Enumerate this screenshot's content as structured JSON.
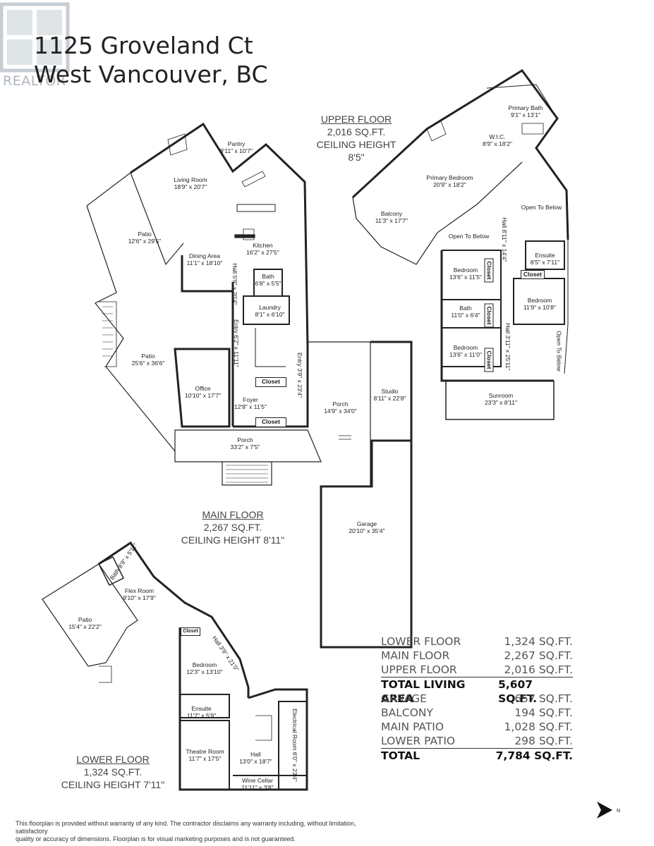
{
  "address": {
    "line1": "1125 Groveland Ct",
    "line2": "West Vancouver, BC"
  },
  "watermark": "REALTOR",
  "floors": {
    "upper": {
      "name": "UPPER FLOOR",
      "area": "2,016 SQ.FT.",
      "ceiling": "CEILING HEIGHT 8'5\""
    },
    "main": {
      "name": "MAIN FLOOR",
      "area": "2,267 SQ.FT.",
      "ceiling": "CEILING HEIGHT 8'11\""
    },
    "lower": {
      "name": "LOWER FLOOR",
      "area": "1,324 SQ.FT.",
      "ceiling": "CEILING HEIGHT 7'11\""
    }
  },
  "rooms": {
    "pantry": {
      "name": "Pantry",
      "dim": "8'11\" x 10'7\""
    },
    "living": {
      "name": "Living Room",
      "dim": "18'9\" x 20'7\""
    },
    "patio_main": {
      "name": "Patio",
      "dim": "12'6\" x 29'5\""
    },
    "dining": {
      "name": "Dining Area",
      "dim": "11'1\" x 18'10\""
    },
    "kitchen": {
      "name": "Kitchen",
      "dim": "16'2\" x 27'5\""
    },
    "bath_main": {
      "name": "Bath",
      "dim": "6'8\" x 5'5\""
    },
    "laundry": {
      "name": "Laundry",
      "dim": "8'1\" x 6'10\""
    },
    "hall_main": {
      "name": "Hall",
      "dim": "5'9\" x 20'4\""
    },
    "entry_a": {
      "name": "Entry",
      "dim": "6'2\" x 11'11\""
    },
    "entry_b": {
      "name": "Entry",
      "dim": "3'9\" x 23'4\""
    },
    "patio_big": {
      "name": "Patio",
      "dim": "25'6\" x 36'6\""
    },
    "office": {
      "name": "Office",
      "dim": "10'10\" x 17'7\""
    },
    "foyer": {
      "name": "Foyer",
      "dim": "12'8\" x 11'5\""
    },
    "porch_front": {
      "name": "Porch",
      "dim": "33'2\" x 7'5\""
    },
    "porch_side": {
      "name": "Porch",
      "dim": "14'9\" x 34'0\""
    },
    "studio": {
      "name": "Studio",
      "dim": "8'11\" x 22'8\""
    },
    "garage": {
      "name": "Garage",
      "dim": "20'10\" x 35'4\""
    },
    "primary_bath": {
      "name": "Primary Bath",
      "dim": "9'1\" x 13'1\""
    },
    "wic": {
      "name": "W.I.C.",
      "dim": "8'9\" x 18'2\""
    },
    "primary_bed": {
      "name": "Primary Bedroom",
      "dim": "20'9\" x 18'2\""
    },
    "balcony": {
      "name": "Balcony",
      "dim": "11'3\" x 17'7\""
    },
    "open_below_1": {
      "name": "Open To Below"
    },
    "open_below_2": {
      "name": "Open To Below"
    },
    "open_below_3": {
      "name": "Open To Below"
    },
    "hall_upper_1": {
      "name": "Hall",
      "dim": "8'11\" x 14'4\""
    },
    "ensuite_upper": {
      "name": "Ensuite",
      "dim": "8'5\" x 7'11\""
    },
    "bed_up_1": {
      "name": "Bedroom",
      "dim": "13'6\" x 11'5\""
    },
    "bed_up_2": {
      "name": "Bedroom",
      "dim": "11'9\" x 10'8\""
    },
    "bath_upper": {
      "name": "Bath",
      "dim": "11'0\" x 6'4\""
    },
    "bed_up_3": {
      "name": "Bedroom",
      "dim": "13'6\" x 11'0\""
    },
    "hall_upper_2": {
      "name": "Hall",
      "dim": "3'11\" x 25'11\""
    },
    "sunroom": {
      "name": "Sunroom",
      "dim": "23'3\" x 8'11\""
    },
    "bath_lower": {
      "name": "Bath",
      "dim": "8'9\" x 5'11\""
    },
    "flex": {
      "name": "Flex Room",
      "dim": "9'10\" x 17'9\""
    },
    "patio_lower": {
      "name": "Patio",
      "dim": "15'4\" x 22'2\""
    },
    "hall_lower_1": {
      "name": "Hall",
      "dim": "3'9\" x 21'0\""
    },
    "bed_lower": {
      "name": "Bedroom",
      "dim": "12'3\" x 13'10\""
    },
    "ensuite_lower": {
      "name": "Ensuite",
      "dim": "11'7\" x 5'9\""
    },
    "theatre": {
      "name": "Theatre Room",
      "dim": "11'7\" x 17'5\""
    },
    "hall_lower_2": {
      "name": "Hall",
      "dim": "13'0\" x 18'7\""
    },
    "electrical": {
      "name": "Electrical Room",
      "dim": "6'0\" x 23'4\""
    },
    "wine": {
      "name": "Wine Cellar",
      "dim": "11'11\" x 3'8\""
    }
  },
  "closet_label": "Closet",
  "summary": [
    {
      "label": "LOWER FLOOR",
      "value": "1,324 SQ.FT."
    },
    {
      "label": "MAIN FLOOR",
      "value": "2,267 SQ.FT."
    },
    {
      "label": "UPPER FLOOR",
      "value": "2,016 SQ.FT."
    },
    {
      "label": "TOTAL LIVING AREA",
      "value": "5,607 SQ.FT."
    },
    {
      "label": "GARAGE",
      "value": "657 SQ.FT."
    },
    {
      "label": "BALCONY",
      "value": "194 SQ.FT."
    },
    {
      "label": "MAIN PATIO",
      "value": "1,028 SQ.FT."
    },
    {
      "label": "LOWER PATIO",
      "value": "298 SQ.FT."
    },
    {
      "label": "TOTAL",
      "value": "7,784 SQ.FT."
    }
  ],
  "disclaimer": {
    "line1": "This floorplan is provided without warranty of any kind. The contractor disclaims any warranty including, without limitation, satisfactory",
    "line2": "quality or accuracy of dimensions. Floorplan is for visual marketing purposes and is not guaranteed."
  },
  "north_label": "N"
}
